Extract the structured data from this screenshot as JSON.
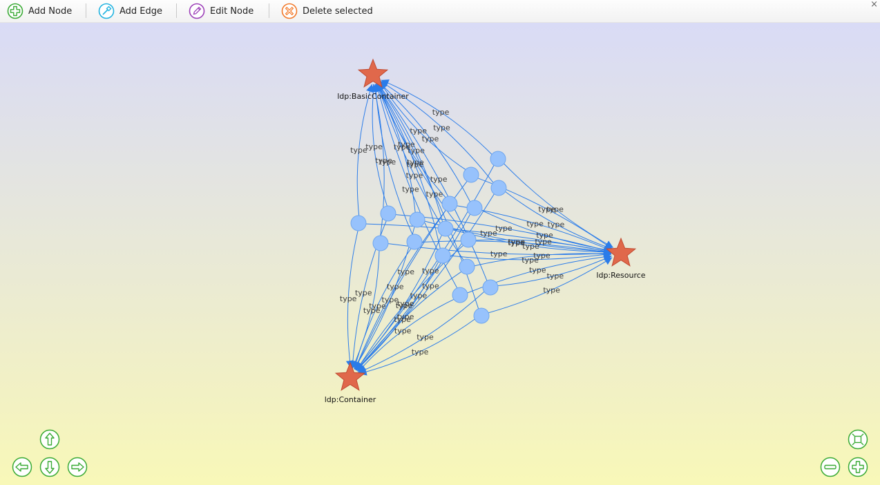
{
  "toolbar": {
    "add_node": "Add Node",
    "add_edge": "Add Edge",
    "edit_node": "Edit Node",
    "delete_selected": "Delete selected",
    "close_glyph": "×"
  },
  "colors": {
    "add_node_icon": "#3aaa35",
    "add_edge_icon": "#22b3e0",
    "edit_node_icon": "#9c3fb8",
    "delete_icon": "#f2792a",
    "edge": "#2b7ce9",
    "resource_node": "#e0684b",
    "resource_border": "#c04a30",
    "blank_node": "#97c2fc",
    "blank_border": "#6fa6ee",
    "nav_icon": "#3aaa35"
  },
  "icons": {
    "add_node": "plus-circle-icon",
    "add_edge": "connect-icon",
    "edit_node": "pencil-icon",
    "delete": "cross-circle-icon",
    "close": "close-icon",
    "nav_up": "arrow-up-icon",
    "nav_down": "arrow-down-icon",
    "nav_left": "arrow-left-icon",
    "nav_right": "arrow-right-icon",
    "zoom_extends": "fit-icon",
    "zoom_out": "minus-icon",
    "zoom_in": "plus-icon"
  },
  "graph": {
    "edge_label": "type",
    "resources": [
      {
        "id": "BC",
        "label": "ldp:BasicContainer"
      },
      {
        "id": "RS",
        "label": "ldp:Resource"
      },
      {
        "id": "CT",
        "label": "ldp:Container"
      }
    ],
    "blank_node_count": 17
  }
}
